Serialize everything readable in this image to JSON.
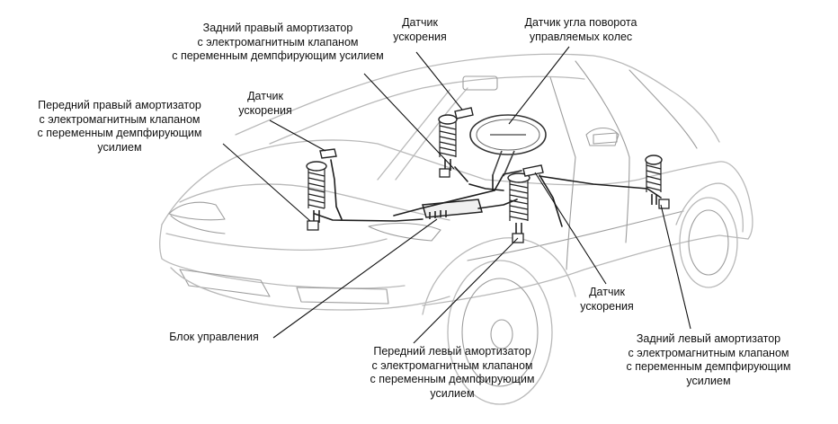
{
  "labels": {
    "rear_right": [
      "Задний правый амортизатор",
      "с электромагнитным клапаном",
      "с переменным демпфирующим усилием"
    ],
    "accel_top": [
      "Датчик",
      "ускорения"
    ],
    "steering_sensor": [
      "Датчик угла поворота",
      "управляемых колес"
    ],
    "front_right": [
      "Передний правый амортизатор",
      "с электромагнитным клапаном",
      "с переменным демпфирующим",
      "усилием"
    ],
    "accel_left": [
      "Датчик",
      "ускорения"
    ],
    "accel_front": [
      "Датчик",
      "ускорения"
    ],
    "control_unit": "Блок управления",
    "front_left": [
      "Передний левый амортизатор",
      "с электромагнитным клапаном",
      "с переменным демпфирующим",
      "усилием"
    ],
    "rear_left": [
      "Задний левый амортизатор",
      "с электромагнитным клапаном",
      "с переменным демпфирующим",
      "усилием"
    ]
  },
  "colors": {
    "car_outline": "#b9b9b9",
    "components": "#1d1d1d",
    "text": "#111111",
    "background": "#ffffff"
  }
}
